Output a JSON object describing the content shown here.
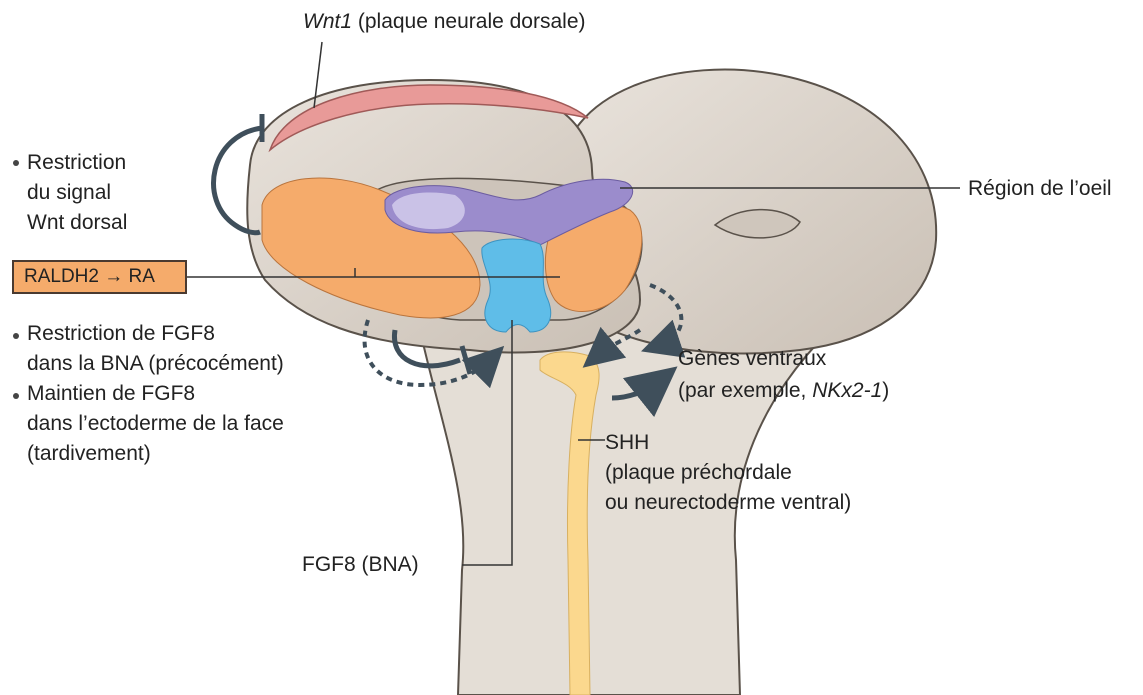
{
  "labels": {
    "wnt1_gene": "Wnt1",
    "wnt1_rest": " (plaque neurale dorsale)",
    "eye_region": "Région de l’oeil",
    "restriction_wnt_1": "Restriction",
    "restriction_wnt_2": "du signal",
    "restriction_wnt_3": "Wnt dorsal",
    "raldh2_ra": "RALDH2 → RA",
    "fgf8_restriction_1": "Restriction de FGF8",
    "fgf8_restriction_2": "dans la BNA (précocément)",
    "fgf8_maintain_1": "Maintien de FGF8",
    "fgf8_maintain_2": "dans l’ectoderme de la face",
    "fgf8_maintain_3": "(tardivement)",
    "ventral_genes_1": "Gènes ventraux",
    "ventral_genes_2a": "(par exemple, ",
    "ventral_genes_2b": "NKx2-1",
    "ventral_genes_2c": ")",
    "shh_1": "SHH",
    "shh_2": "(plaque préchordale",
    "shh_3": "ou neurectoderme ventral)",
    "fgf8_bna": "FGF8 (BNA)"
  },
  "colors": {
    "tissue": "#d9d1c8",
    "tissue_outline": "#5a524a",
    "wnt1_domain": "#e89a98",
    "raldh2_domain": "#f5ab6b",
    "eye_domain": "#9b8ccc",
    "fgf8_domain": "#5fbde8",
    "shh_domain": "#fbd88e",
    "arrows": "#3f4f5b"
  }
}
